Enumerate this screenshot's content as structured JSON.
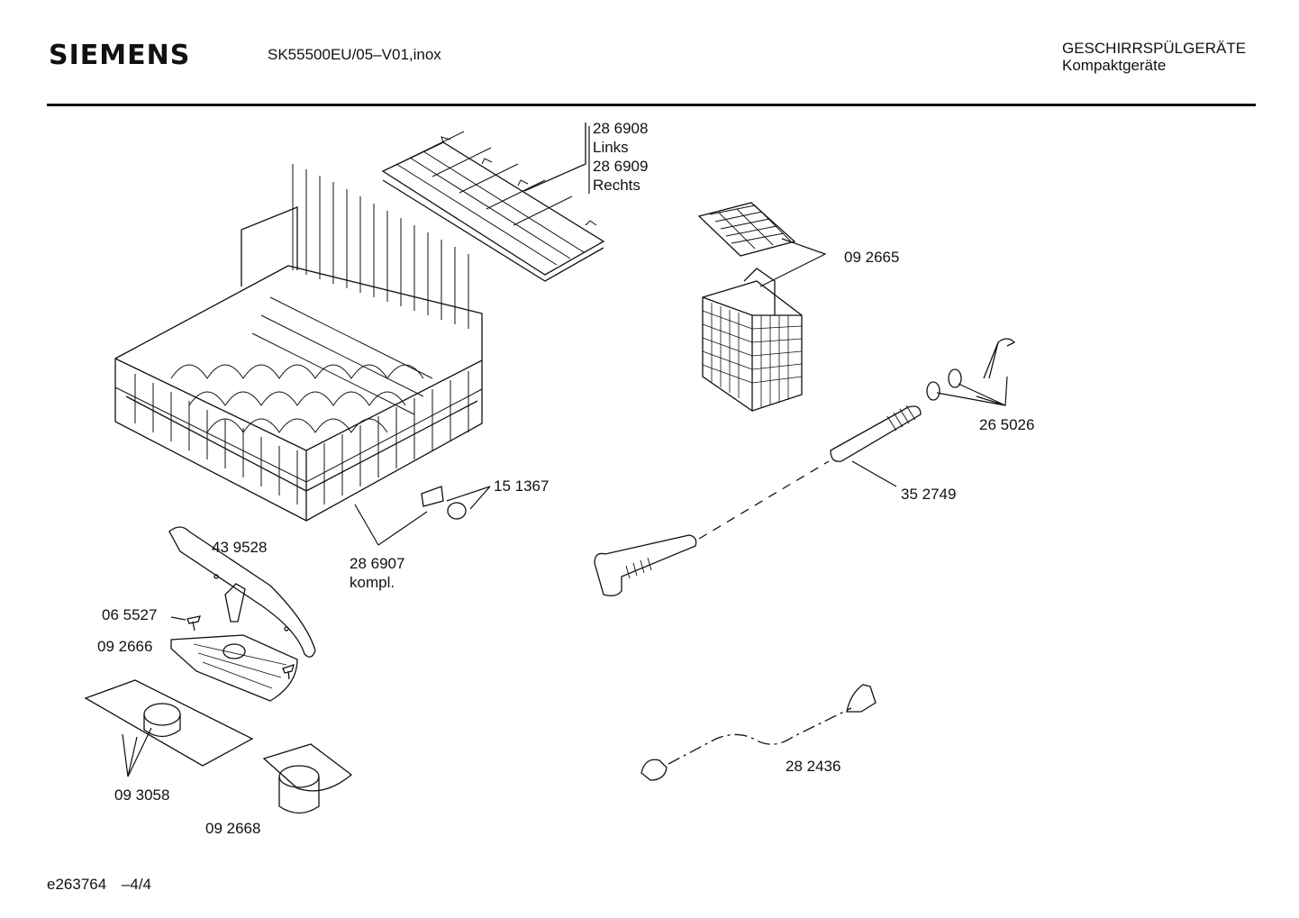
{
  "header": {
    "brand": "SIEMENS",
    "model": "SK55500EU/05–V01,inox",
    "category_line1": "GESCHIRRSPÜLGERÄTE",
    "category_line2": "Kompaktgeräte"
  },
  "parts": {
    "p286908": "28 6908",
    "links": "Links",
    "p286909": "28 6909",
    "rechts": "Rechts",
    "p092665": "09 2665",
    "p265026": "26 5026",
    "p352749": "35 2749",
    "p151367": "15 1367",
    "p439528": "43 9528",
    "p286907": "28 6907",
    "kompl": "kompl.",
    "p065527": "06 5527",
    "p092666": "09 2666",
    "p093058": "09 3058",
    "p092668": "09 2668",
    "p282436": "28 2436"
  },
  "footer": {
    "doc_id": "e263764",
    "page": "–4/4"
  }
}
